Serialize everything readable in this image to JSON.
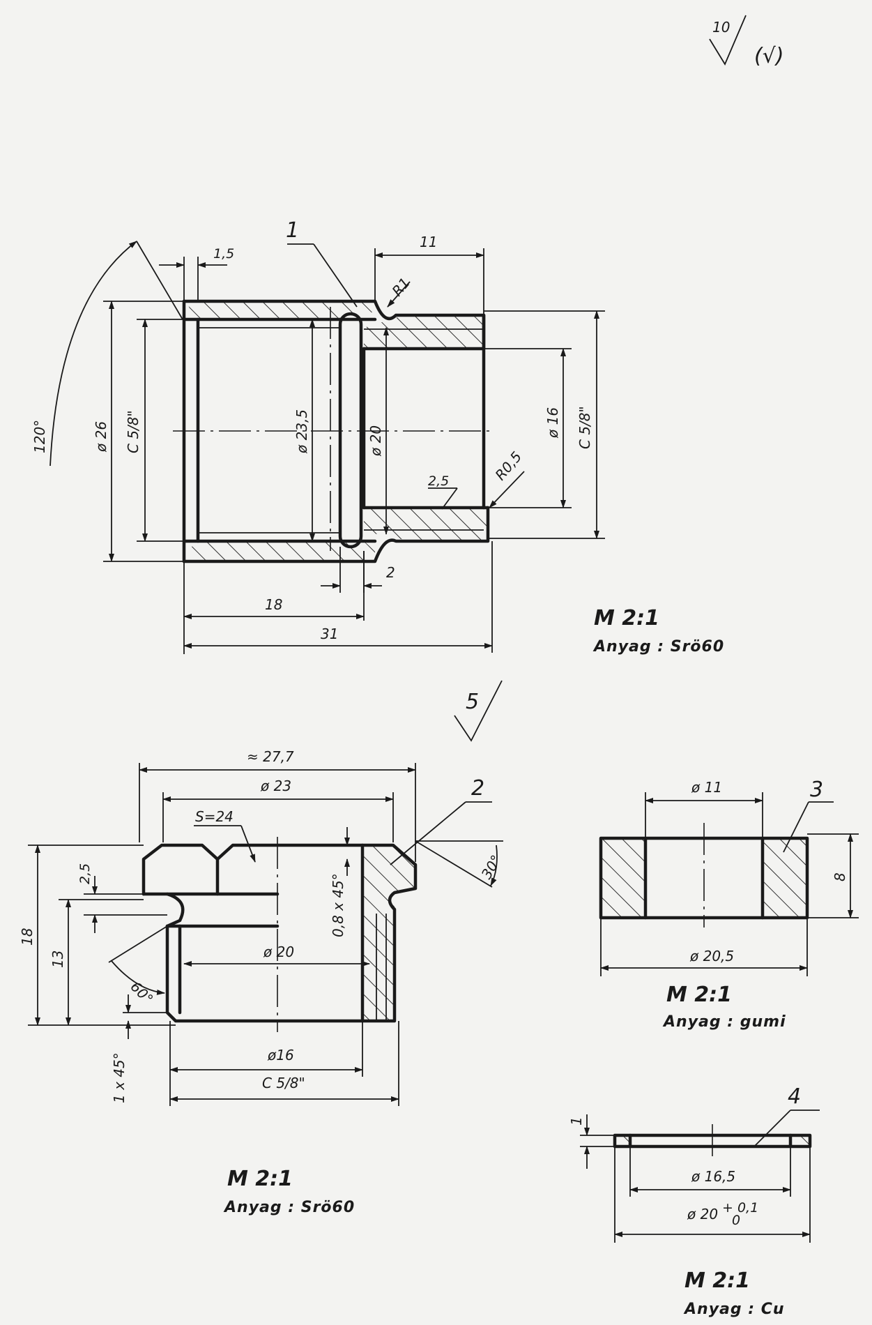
{
  "surface_finish": {
    "main_value": "10",
    "main_note": "(√)",
    "part2_value": "5"
  },
  "part1": {
    "position_number": "1",
    "dimensions": {
      "chamfer_width": "1,5",
      "thread_section_length": "11",
      "groove_radius": "R1",
      "outer_diameter": "ø 26",
      "left_thread": "C 5/8\"",
      "groove_diameter": "ø 23,5",
      "bore_diameter": "ø 20",
      "inner_diameter": "ø 16",
      "right_thread": "C 5/8\"",
      "angle": "120°",
      "fillet_radius": "R0,5",
      "undercut_width": "2,5",
      "groove_width": "2",
      "bore_length": "18",
      "total_length": "31"
    },
    "scale": "M 2:1",
    "material": "Anyag : Srö60"
  },
  "part2": {
    "position_number": "2",
    "dimensions": {
      "width_across_corners": "≈ 27,7",
      "collar_diameter": "ø 23",
      "wrench_size": "S=24",
      "chamfer_angle": "30°",
      "edge_chamfer": "0,8 x 45°",
      "step_height": "2,5",
      "total_height": "18",
      "thread_height": "13",
      "thread_angle": "60°",
      "bore_diameter": "ø 20",
      "end_chamfer": "1 x 45°",
      "inner_diameter": "ø16",
      "thread": "C 5/8\""
    },
    "scale": "M 2:1",
    "material": "Anyag : Srö60"
  },
  "part3": {
    "position_number": "3",
    "dimensions": {
      "inner_diameter": "ø 11",
      "thickness": "8",
      "outer_diameter": "ø 20,5"
    },
    "scale": "M 2:1",
    "material": "Anyag : gumi"
  },
  "part4": {
    "position_number": "4",
    "dimensions": {
      "thickness": "1",
      "inner_diameter": "ø 16,5",
      "outer_diameter": "ø 20",
      "tolerance_upper": "+ 0,1",
      "tolerance_lower": "0"
    },
    "scale": "M 2:1",
    "material": "Anyag : Cu"
  }
}
